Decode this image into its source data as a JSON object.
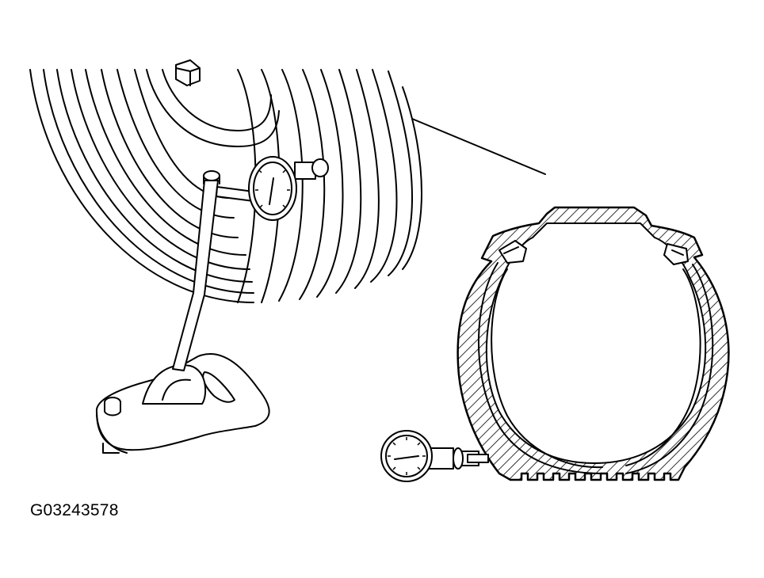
{
  "figure": {
    "id_label": "G03243578",
    "ink_color": "#000000",
    "background": "#ffffff"
  },
  "parts": {
    "wheel": "tire-sidewall-view",
    "stand": "magnetic-base-stand",
    "dial_gauge_left": "dial-indicator",
    "cross_section": "tire-cross-section",
    "dial_gauge_right": "dial-indicator"
  }
}
